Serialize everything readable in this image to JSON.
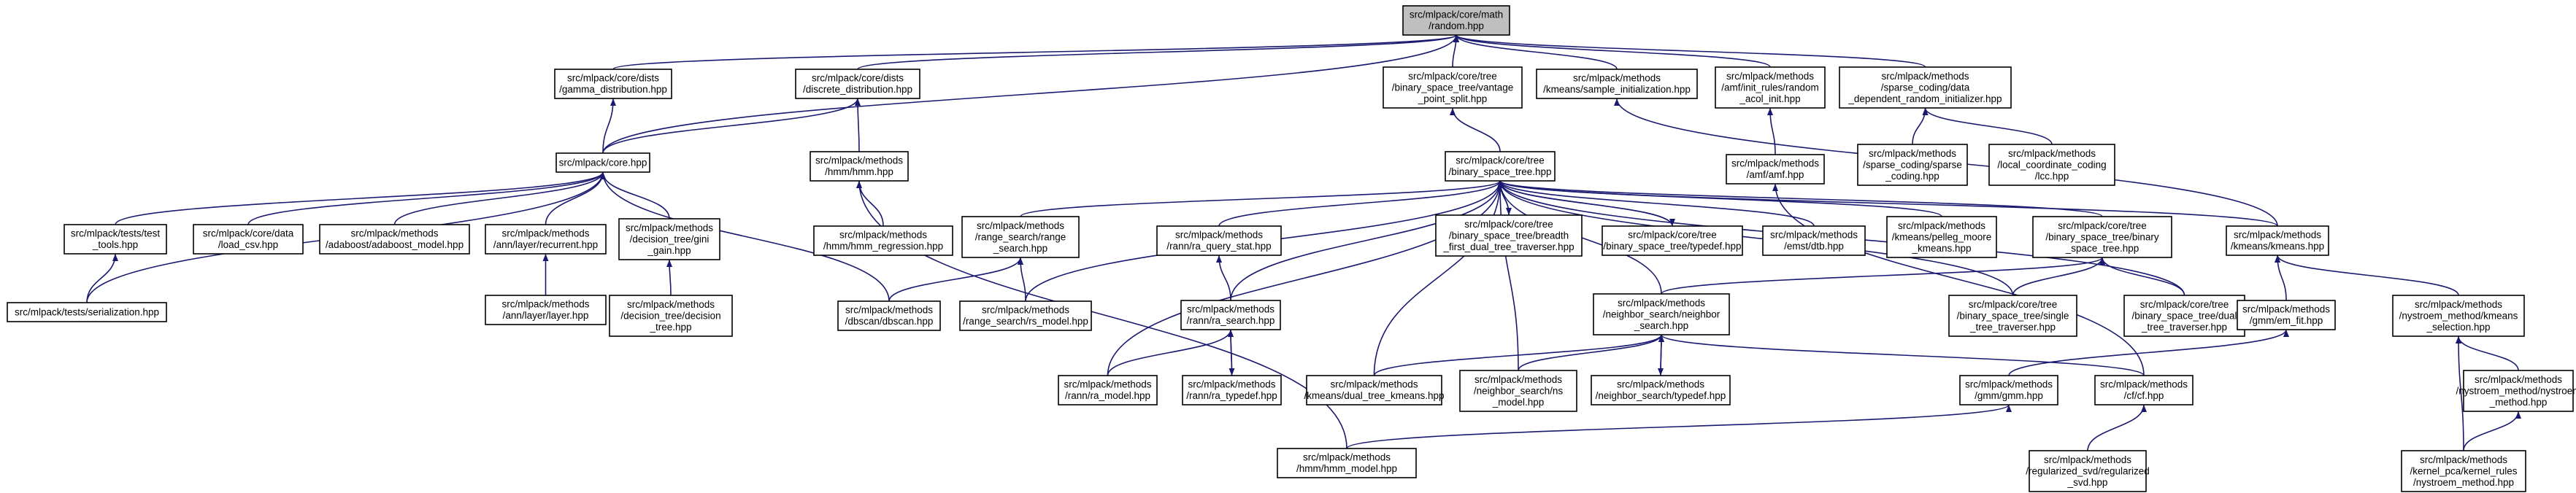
{
  "graph": {
    "root": "random",
    "nodes": [
      {
        "id": "random",
        "lines": [
          "src/mlpack/core/math",
          "/random.hpp"
        ],
        "highlight": true
      },
      {
        "id": "gamma",
        "lines": [
          "src/mlpack/core/dists",
          "/gamma_distribution.hpp"
        ]
      },
      {
        "id": "discrete",
        "lines": [
          "src/mlpack/core/dists",
          "/discrete_distribution.hpp"
        ]
      },
      {
        "id": "vantage",
        "lines": [
          "src/mlpack/core/tree",
          "/binary_space_tree/vantage",
          "_point_split.hpp"
        ]
      },
      {
        "id": "kmeans_si",
        "lines": [
          "src/mlpack/methods",
          "/kmeans/sample_initialization.hpp"
        ]
      },
      {
        "id": "amf_init",
        "lines": [
          "src/mlpack/methods",
          "/amf/init_rules/random",
          "_acol_init.hpp"
        ]
      },
      {
        "id": "sc_ddri",
        "lines": [
          "src/mlpack/methods",
          "/sparse_coding/data",
          "_dependent_random_initializer.hpp"
        ]
      },
      {
        "id": "core",
        "lines": [
          "src/mlpack/core.hpp"
        ]
      },
      {
        "id": "hmm",
        "lines": [
          "src/mlpack/methods",
          "/hmm/hmm.hpp"
        ]
      },
      {
        "id": "bst",
        "lines": [
          "src/mlpack/core/tree",
          "/binary_space_tree.hpp"
        ]
      },
      {
        "id": "amf",
        "lines": [
          "src/mlpack/methods",
          "/amf/amf.hpp"
        ]
      },
      {
        "id": "sparse_coding",
        "lines": [
          "src/mlpack/methods",
          "/sparse_coding/sparse",
          "_coding.hpp"
        ]
      },
      {
        "id": "lcc",
        "lines": [
          "src/mlpack/methods",
          "/local_coordinate_coding",
          "/lcc.hpp"
        ]
      },
      {
        "id": "test_tools",
        "lines": [
          "src/mlpack/tests/test",
          "_tools.hpp"
        ]
      },
      {
        "id": "load_csv",
        "lines": [
          "src/mlpack/core/data",
          "/load_csv.hpp"
        ]
      },
      {
        "id": "adaboost",
        "lines": [
          "src/mlpack/methods",
          "/adaboost/adaboost_model.hpp"
        ]
      },
      {
        "id": "recurrent",
        "lines": [
          "src/mlpack/methods",
          "/ann/layer/recurrent.hpp"
        ]
      },
      {
        "id": "gini",
        "lines": [
          "src/mlpack/methods",
          "/decision_tree/gini",
          "_gain.hpp"
        ]
      },
      {
        "id": "hmm_reg",
        "lines": [
          "src/mlpack/methods",
          "/hmm/hmm_regression.hpp"
        ]
      },
      {
        "id": "range_search",
        "lines": [
          "src/mlpack/methods",
          "/range_search/range",
          "_search.hpp"
        ]
      },
      {
        "id": "ra_query",
        "lines": [
          "src/mlpack/methods",
          "/rann/ra_query_stat.hpp"
        ]
      },
      {
        "id": "breadth",
        "lines": [
          "src/mlpack/core/tree",
          "/binary_space_tree/breadth",
          "_first_dual_tree_traverser.hpp"
        ]
      },
      {
        "id": "bst_typedef",
        "lines": [
          "src/mlpack/core/tree",
          "/binary_space_tree/typedef.hpp"
        ]
      },
      {
        "id": "dtb",
        "lines": [
          "src/mlpack/methods",
          "/emst/dtb.hpp"
        ]
      },
      {
        "id": "pelleg",
        "lines": [
          "src/mlpack/methods",
          "/kmeans/pelleg_moore",
          "_kmeans.hpp"
        ]
      },
      {
        "id": "bst_bst",
        "lines": [
          "src/mlpack/core/tree",
          "/binary_space_tree/binary",
          "_space_tree.hpp"
        ]
      },
      {
        "id": "kmeans",
        "lines": [
          "src/mlpack/methods",
          "/kmeans/kmeans.hpp"
        ]
      },
      {
        "id": "serialization",
        "lines": [
          "src/mlpack/tests/serialization.hpp"
        ]
      },
      {
        "id": "layer",
        "lines": [
          "src/mlpack/methods",
          "/ann/layer/layer.hpp"
        ]
      },
      {
        "id": "decision_tree",
        "lines": [
          "src/mlpack/methods",
          "/decision_tree/decision",
          "_tree.hpp"
        ]
      },
      {
        "id": "dbscan",
        "lines": [
          "src/mlpack/methods",
          "/dbscan/dbscan.hpp"
        ]
      },
      {
        "id": "rs_model",
        "lines": [
          "src/mlpack/methods",
          "/range_search/rs_model.hpp"
        ]
      },
      {
        "id": "ra_search",
        "lines": [
          "src/mlpack/methods",
          "/rann/ra_search.hpp"
        ]
      },
      {
        "id": "ns",
        "lines": [
          "src/mlpack/methods",
          "/neighbor_search/neighbor",
          "_search.hpp"
        ]
      },
      {
        "id": "single_trav",
        "lines": [
          "src/mlpack/core/tree",
          "/binary_space_tree/single",
          "_tree_traverser.hpp"
        ]
      },
      {
        "id": "dual_trav",
        "lines": [
          "src/mlpack/core/tree",
          "/binary_space_tree/dual",
          "_tree_traverser.hpp"
        ]
      },
      {
        "id": "em_fit",
        "lines": [
          "src/mlpack/methods",
          "/gmm/em_fit.hpp"
        ]
      },
      {
        "id": "nystroem_sel",
        "lines": [
          "src/mlpack/methods",
          "/nystroem_method/kmeans",
          "_selection.hpp"
        ]
      },
      {
        "id": "rann_model",
        "lines": [
          "src/mlpack/methods",
          "/rann/ra_model.hpp"
        ]
      },
      {
        "id": "ra_typedef",
        "lines": [
          "src/mlpack/methods",
          "/rann/ra_typedef.hpp"
        ]
      },
      {
        "id": "dual_kmeans",
        "lines": [
          "src/mlpack/methods",
          "/kmeans/dual_tree_kmeans.hpp"
        ]
      },
      {
        "id": "ns_model",
        "lines": [
          "src/mlpack/methods",
          "/neighbor_search/ns",
          "_model.hpp"
        ]
      },
      {
        "id": "ns_typedef",
        "lines": [
          "src/mlpack/methods",
          "/neighbor_search/typedef.hpp"
        ]
      },
      {
        "id": "gmm",
        "lines": [
          "src/mlpack/methods",
          "/gmm/gmm.hpp"
        ]
      },
      {
        "id": "cf",
        "lines": [
          "src/mlpack/methods",
          "/cf/cf.hpp"
        ]
      },
      {
        "id": "nystroem",
        "lines": [
          "src/mlpack/methods",
          "/nystroem_method/nystroem",
          "_method.hpp"
        ]
      },
      {
        "id": "hmm_model",
        "lines": [
          "src/mlpack/methods",
          "/hmm/hmm_model.hpp"
        ]
      },
      {
        "id": "reg_svd",
        "lines": [
          "src/mlpack/methods",
          "/regularized_svd/regularized",
          "_svd.hpp"
        ]
      },
      {
        "id": "kernel_rules",
        "lines": [
          "src/mlpack/methods",
          "/kernel_pca/kernel_rules",
          "/nystroem_method.hpp"
        ]
      }
    ],
    "edges": [
      [
        "random",
        "gamma"
      ],
      [
        "random",
        "discrete"
      ],
      [
        "random",
        "vantage"
      ],
      [
        "random",
        "kmeans_si"
      ],
      [
        "random",
        "amf_init"
      ],
      [
        "random",
        "sc_ddri"
      ],
      [
        "random",
        "core"
      ],
      [
        "gamma",
        "core"
      ],
      [
        "discrete",
        "core"
      ],
      [
        "discrete",
        "hmm"
      ],
      [
        "vantage",
        "bst"
      ],
      [
        "kmeans_si",
        "kmeans"
      ],
      [
        "amf_init",
        "amf"
      ],
      [
        "sc_ddri",
        "sparse_coding"
      ],
      [
        "sc_ddri",
        "lcc"
      ],
      [
        "core",
        "test_tools"
      ],
      [
        "core",
        "load_csv"
      ],
      [
        "core",
        "adaboost"
      ],
      [
        "core",
        "recurrent"
      ],
      [
        "core",
        "gini"
      ],
      [
        "core",
        "dbscan"
      ],
      [
        "core",
        "serialization"
      ],
      [
        "test_tools",
        "serialization"
      ],
      [
        "recurrent",
        "layer"
      ],
      [
        "gini",
        "decision_tree"
      ],
      [
        "hmm",
        "hmm_reg"
      ],
      [
        "hmm",
        "hmm_model"
      ],
      [
        "bst",
        "range_search"
      ],
      [
        "bst",
        "ra_query"
      ],
      [
        "bst",
        "breadth"
      ],
      [
        "bst",
        "bst_typedef"
      ],
      [
        "bst",
        "dtb"
      ],
      [
        "bst",
        "pelleg"
      ],
      [
        "bst",
        "bst_bst"
      ],
      [
        "bst",
        "kmeans"
      ],
      [
        "bst",
        "single_trav"
      ],
      [
        "bst",
        "dual_trav"
      ],
      [
        "bst",
        "ns"
      ],
      [
        "bst",
        "rs_model"
      ],
      [
        "bst",
        "ra_search"
      ],
      [
        "bst",
        "rann_model"
      ],
      [
        "bst",
        "dual_kmeans"
      ],
      [
        "bst",
        "ns_model"
      ],
      [
        "bst_typedef",
        "bst"
      ],
      [
        "breadth",
        "bst"
      ],
      [
        "range_search",
        "dbscan"
      ],
      [
        "range_search",
        "rs_model"
      ],
      [
        "ra_query",
        "ra_search"
      ],
      [
        "ra_search",
        "rann_model"
      ],
      [
        "ra_search",
        "ra_typedef"
      ],
      [
        "ra_typedef",
        "ra_search"
      ],
      [
        "bst_bst",
        "single_trav"
      ],
      [
        "bst_bst",
        "dual_trav"
      ],
      [
        "bst_bst",
        "ns"
      ],
      [
        "ns",
        "dual_kmeans"
      ],
      [
        "ns",
        "ns_model"
      ],
      [
        "ns",
        "ns_typedef"
      ],
      [
        "ns",
        "cf"
      ],
      [
        "ns_typedef",
        "ns"
      ],
      [
        "amf",
        "cf"
      ],
      [
        "kmeans",
        "em_fit"
      ],
      [
        "kmeans",
        "nystroem_sel"
      ],
      [
        "em_fit",
        "gmm"
      ],
      [
        "gmm",
        "hmm_model"
      ],
      [
        "cf",
        "reg_svd"
      ],
      [
        "nystroem_sel",
        "nystroem"
      ],
      [
        "nystroem_sel",
        "kernel_rules"
      ],
      [
        "nystroem",
        "kernel_rules"
      ]
    ]
  }
}
